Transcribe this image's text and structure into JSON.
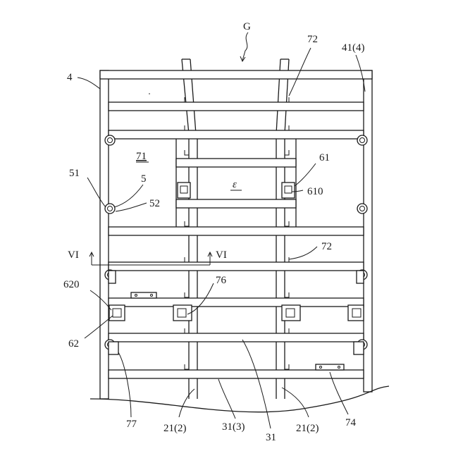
{
  "labels": {
    "g": "G",
    "l72_top": "72",
    "l41": "41(4)",
    "l4": "4",
    "l71": "71",
    "l61": "61",
    "l51": "51",
    "l5": "5",
    "l_epsilon": "ε",
    "l610": "610",
    "l52": "52",
    "l72_mid": "72",
    "vi_left": "VI",
    "vi_right": "VI",
    "l620": "620",
    "l76": "76",
    "l62": "62",
    "l77": "77",
    "l21_left": "21(2)",
    "l31_3": "31(3)",
    "l31": "31",
    "l21_right": "21(2)",
    "l74": "74"
  }
}
